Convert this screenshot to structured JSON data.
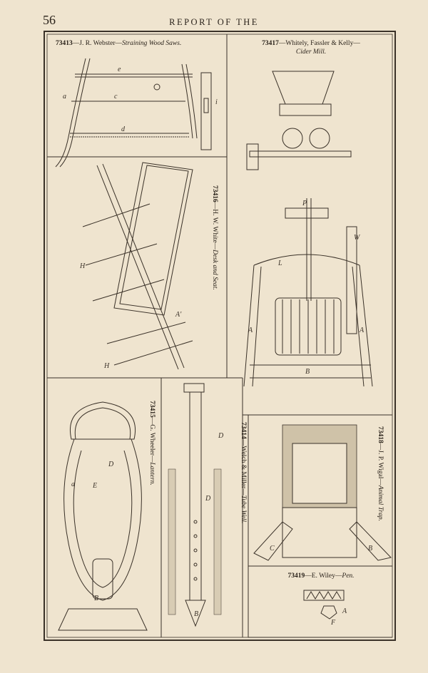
{
  "header": {
    "page_number": "56",
    "running_head": "REPORT OF THE"
  },
  "figures": [
    {
      "number": "73413",
      "separator": "—J. R. Webster—",
      "title": "Straining Wood Saws."
    },
    {
      "number": "73417",
      "separator": "—Whitely, Fassler & Kelly—",
      "title": "Cider Mill."
    },
    {
      "number": "73416",
      "separator": "—H. W. White—",
      "title": "Desk and Seat."
    },
    {
      "number": "73415",
      "separator": "—G. Wheeler—",
      "title": "Lantern."
    },
    {
      "number": "73414",
      "separator": "—Welch & Miller—",
      "title": "Tube Well."
    },
    {
      "number": "73418",
      "separator": "—J. P. Wigal—",
      "title": "Animal Trap."
    },
    {
      "number": "73419",
      "separator": "—E. Wiley—",
      "title": "Pen."
    }
  ],
  "colors": {
    "paper": "#efe4cf",
    "ink": "#2a221a",
    "rule": "#3a3128"
  }
}
